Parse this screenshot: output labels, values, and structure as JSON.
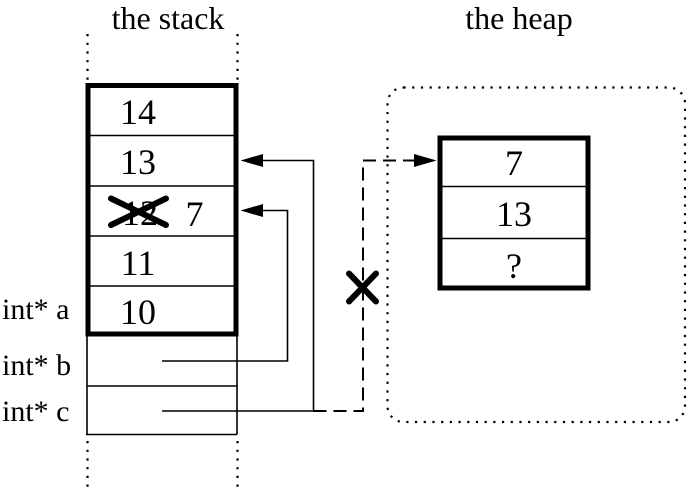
{
  "colors": {
    "ink": "#000000",
    "background": "#ffffff"
  },
  "stack": {
    "title": "the stack",
    "cells": [
      {
        "value": "14"
      },
      {
        "value": "13"
      },
      {
        "value": "12",
        "crossed_out": true,
        "new_value": "7"
      },
      {
        "value": "11"
      },
      {
        "value": "10"
      }
    ],
    "var_labels": [
      "int* a",
      "int* b",
      "int* c"
    ]
  },
  "heap": {
    "title": "the heap",
    "cells": [
      {
        "value": "7"
      },
      {
        "value": "13"
      },
      {
        "value": "?"
      }
    ]
  }
}
